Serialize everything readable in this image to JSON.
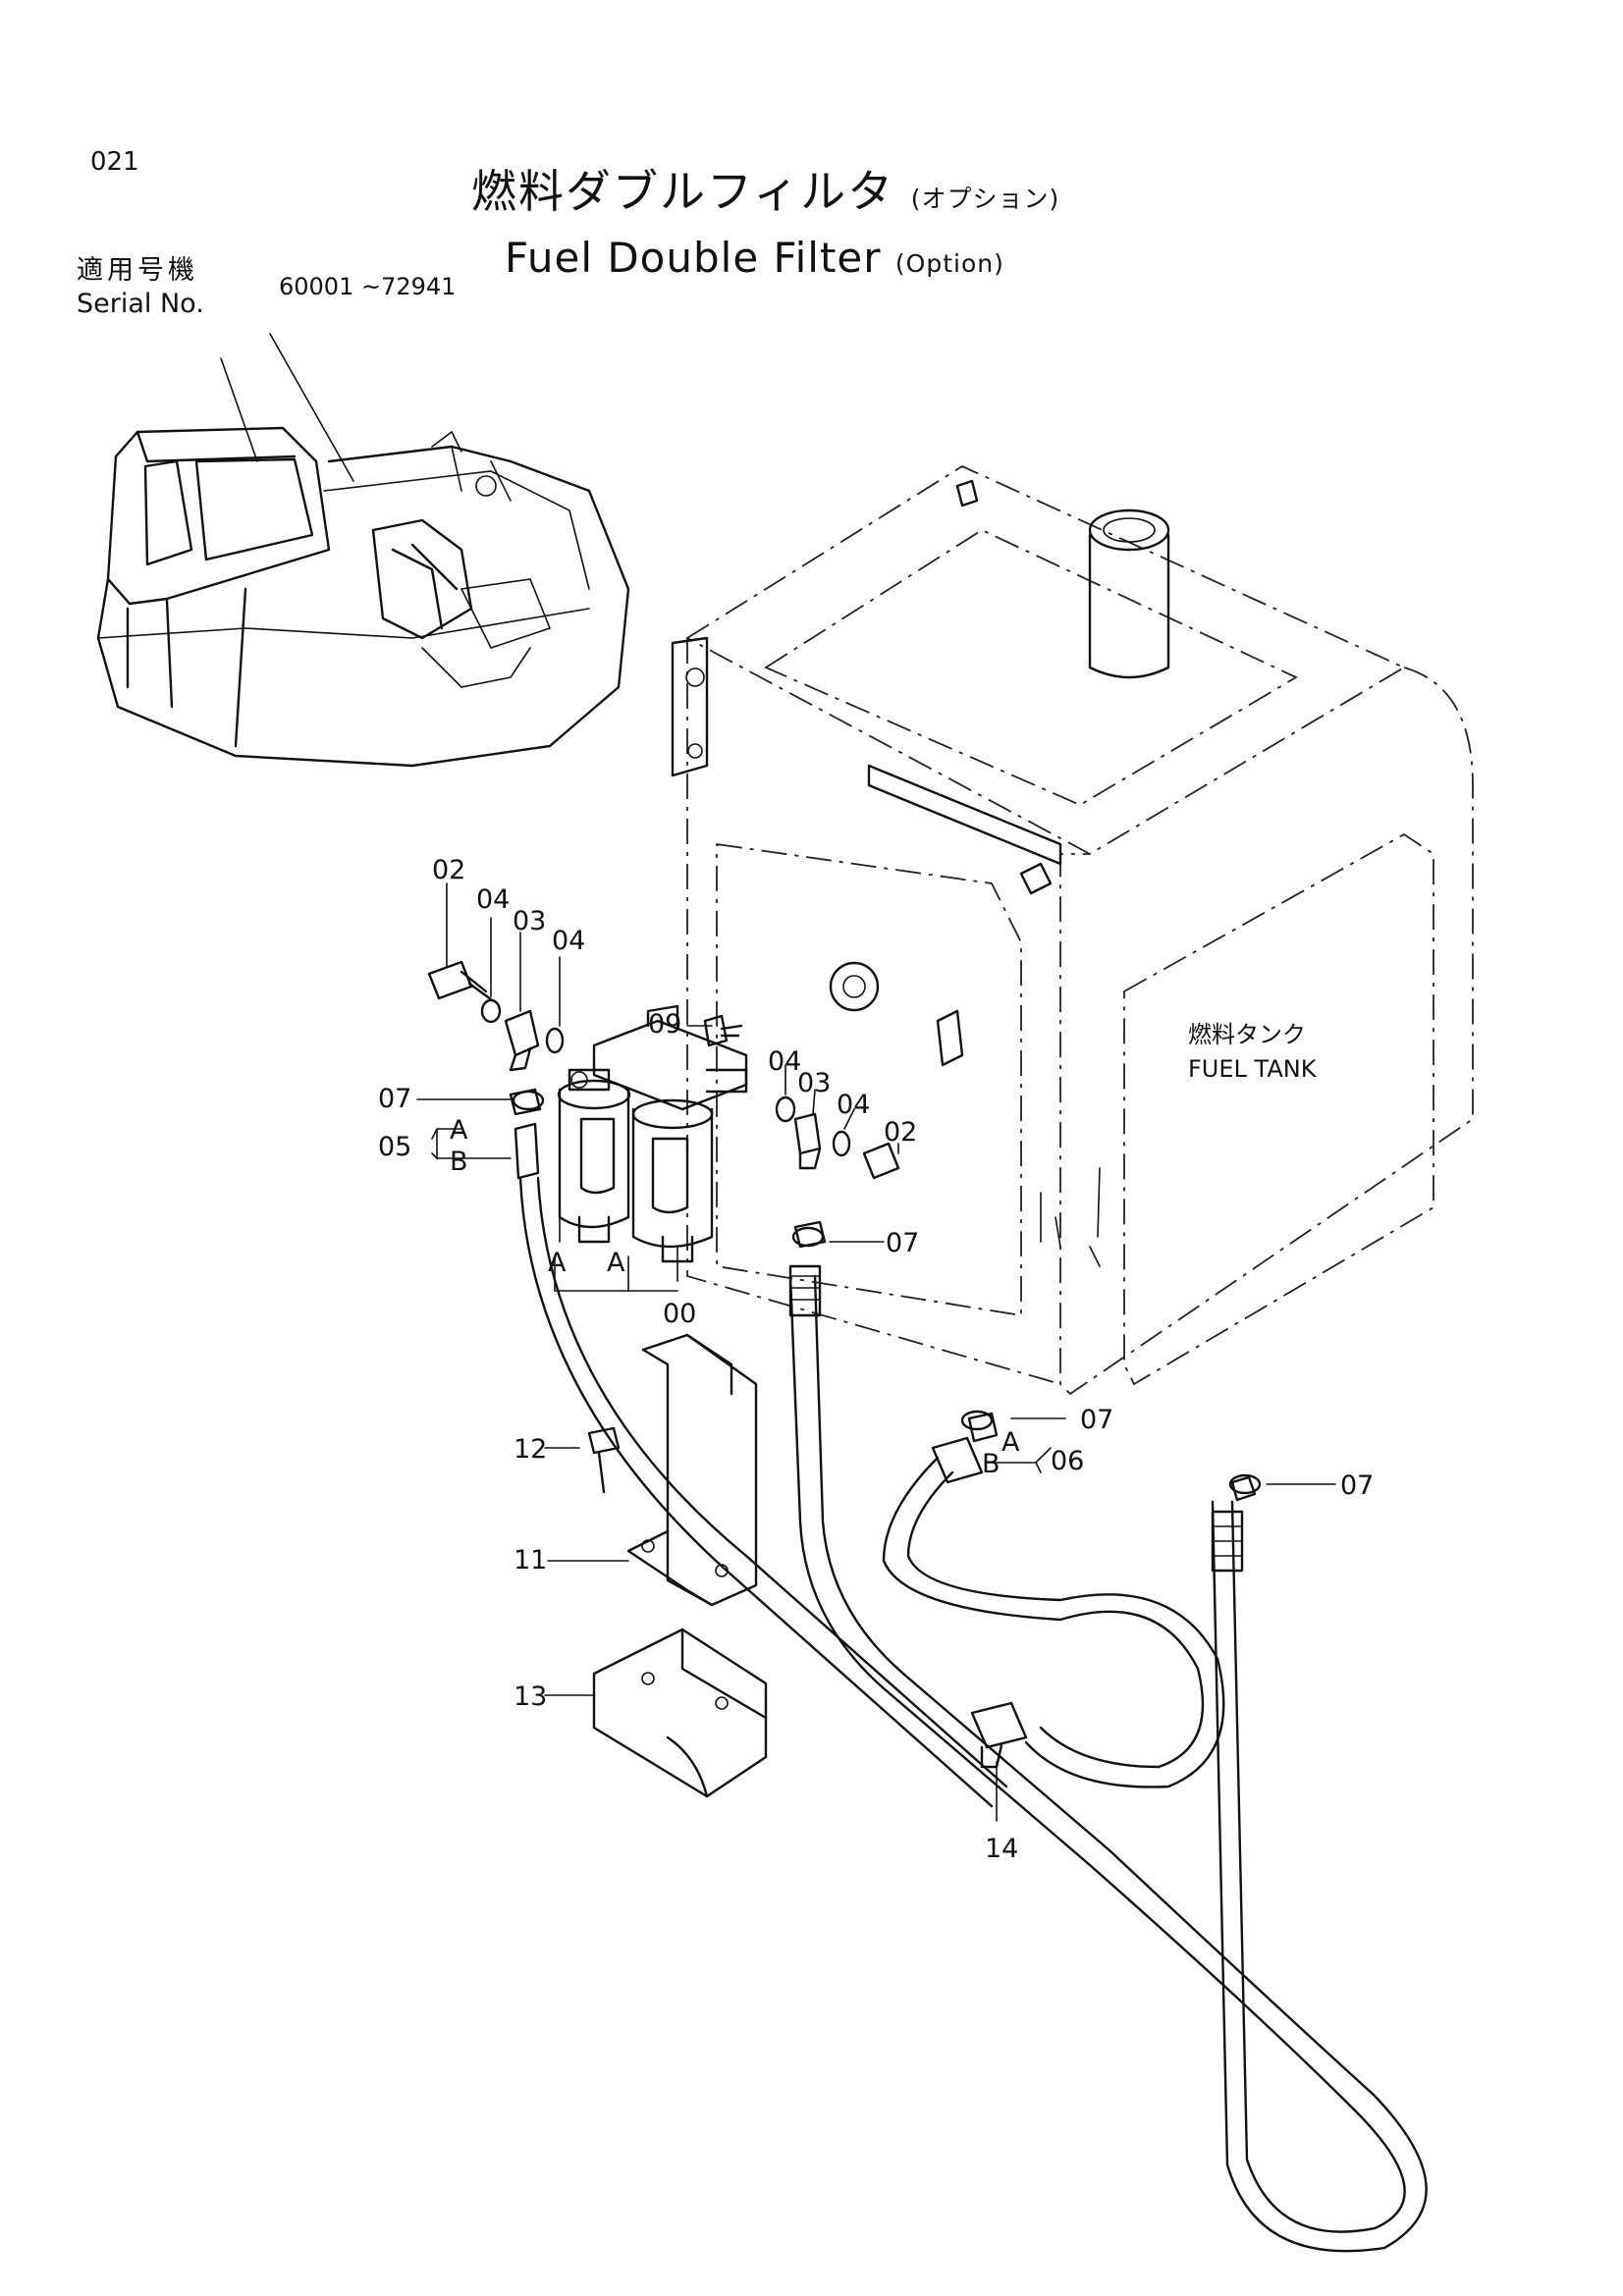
{
  "page_number": "021",
  "title": {
    "ja": "燃料ダブルフィルタ",
    "ja_suffix": "(オプション)",
    "en": "Fuel Double Filter",
    "en_suffix": "(Option)"
  },
  "serial": {
    "label_ja": "適用号機",
    "label_en": "Serial No.",
    "range": "60001 ~72941"
  },
  "tank_label": {
    "ja": "燃料タンク",
    "en": "FUEL TANK"
  },
  "part_numbers": [
    "00",
    "02",
    "03",
    "04",
    "05",
    "06",
    "07",
    "09",
    "11",
    "12",
    "13",
    "14"
  ],
  "callouts": [
    {
      "id": "c02a",
      "text": "02"
    },
    {
      "id": "c04a",
      "text": "04"
    },
    {
      "id": "c03a",
      "text": "03"
    },
    {
      "id": "c04b",
      "text": "04"
    },
    {
      "id": "c09",
      "text": "09"
    },
    {
      "id": "c07a",
      "text": "07"
    },
    {
      "id": "c05",
      "text": "05"
    },
    {
      "id": "c05A",
      "text": "A"
    },
    {
      "id": "c05B",
      "text": "B"
    },
    {
      "id": "c04c",
      "text": "04"
    },
    {
      "id": "c03b",
      "text": "03"
    },
    {
      "id": "c04d",
      "text": "04"
    },
    {
      "id": "c02b",
      "text": "02"
    },
    {
      "id": "c07b",
      "text": "07"
    },
    {
      "id": "cA1",
      "text": "A"
    },
    {
      "id": "cA2",
      "text": "A"
    },
    {
      "id": "c00",
      "text": "00"
    },
    {
      "id": "c07c",
      "text": "07"
    },
    {
      "id": "c06A",
      "text": "A"
    },
    {
      "id": "c06B",
      "text": "B"
    },
    {
      "id": "c06",
      "text": "06"
    },
    {
      "id": "c07d",
      "text": "07"
    },
    {
      "id": "c12",
      "text": "12"
    },
    {
      "id": "c11",
      "text": "11"
    },
    {
      "id": "c13",
      "text": "13"
    },
    {
      "id": "c14",
      "text": "14"
    }
  ],
  "colors": {
    "ink": "#111111",
    "paper": "#ffffff"
  }
}
